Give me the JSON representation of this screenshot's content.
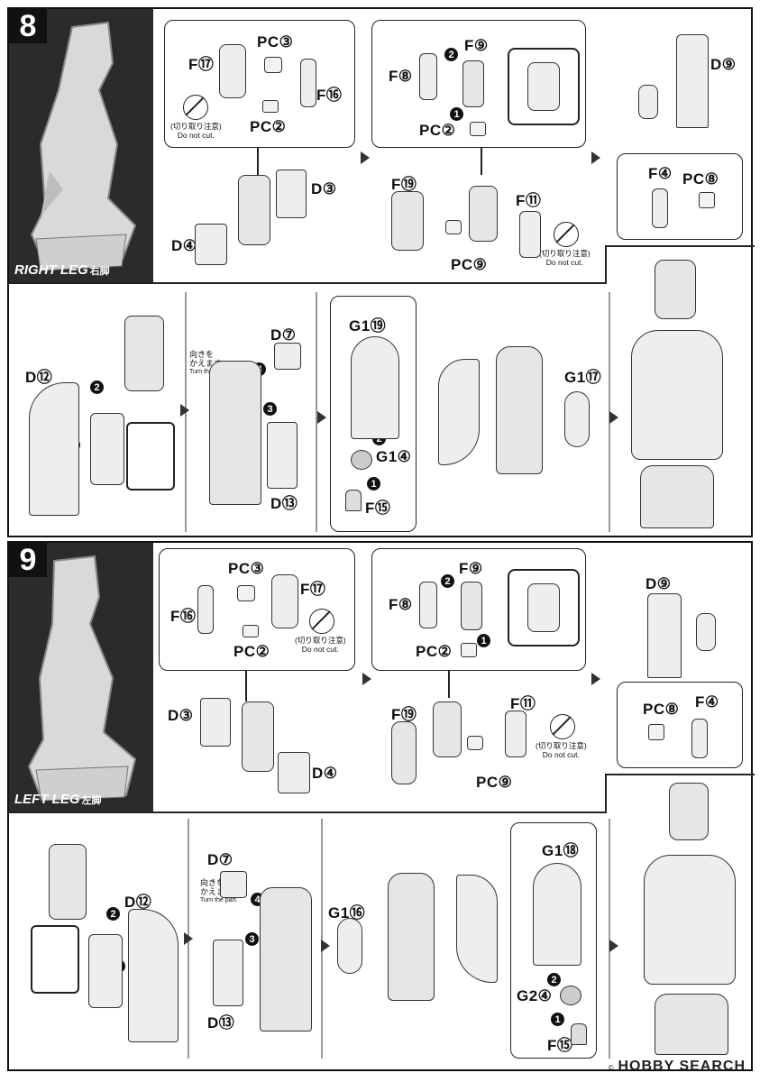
{
  "steps": [
    {
      "number": "8",
      "leg_label": "RIGHT LEG",
      "leg_label_ja": "右脚",
      "panel1": {
        "f17": "F⑰",
        "pc3": "PC③",
        "f16": "F⑯",
        "pc2": "PC②",
        "nocut_ja": "(切り取り注意)",
        "nocut_en": "Do not cut.",
        "d3": "D③",
        "d4": "D④"
      },
      "panel2": {
        "f8": "F⑧",
        "f9": "F⑨",
        "pc2": "PC②",
        "f19": "F⑲",
        "f11": "F⑪",
        "pc9": "PC⑨",
        "nocut_ja": "(切り取り注意)",
        "nocut_en": "Do not cut."
      },
      "panel3": {
        "d9": "D⑨",
        "f4": "F④",
        "pc8": "PC⑧"
      },
      "row2": {
        "d12": "D⑫",
        "d7": "D⑦",
        "d13": "D⑬",
        "turn_ja": "向きを\nかえます。",
        "turn_en": "Turn the part.",
        "g119": "G1⑲",
        "g14": "G1④",
        "f15": "F⑮",
        "g117": "G1⑰"
      }
    },
    {
      "number": "9",
      "leg_label": "LEFT LEG",
      "leg_label_ja": "左脚",
      "panel1": {
        "pc3": "PC③",
        "f17": "F⑰",
        "f16": "F⑯",
        "pc2": "PC②",
        "nocut_ja": "(切り取り注意)",
        "nocut_en": "Do not cut.",
        "d3": "D③",
        "d4": "D④"
      },
      "panel2": {
        "f9": "F⑨",
        "f8": "F⑧",
        "pc2": "PC②",
        "f19": "F⑲",
        "f11": "F⑪",
        "pc9": "PC⑨",
        "nocut_ja": "(切り取り注意)",
        "nocut_en": "Do not cut."
      },
      "panel3": {
        "d9": "D⑨",
        "pc8": "PC⑧",
        "f4": "F④"
      },
      "row2": {
        "d12": "D⑫",
        "d7": "D⑦",
        "d13": "D⑬",
        "turn_ja": "向きを\nかえます。",
        "turn_en": "Turn the part.",
        "g116": "G1⑯",
        "g118": "G1⑱",
        "g24": "G2④",
        "f15": "F⑮"
      }
    }
  ],
  "watermark": {
    "brand": "HOBBY SEARCH",
    "small": "©"
  }
}
